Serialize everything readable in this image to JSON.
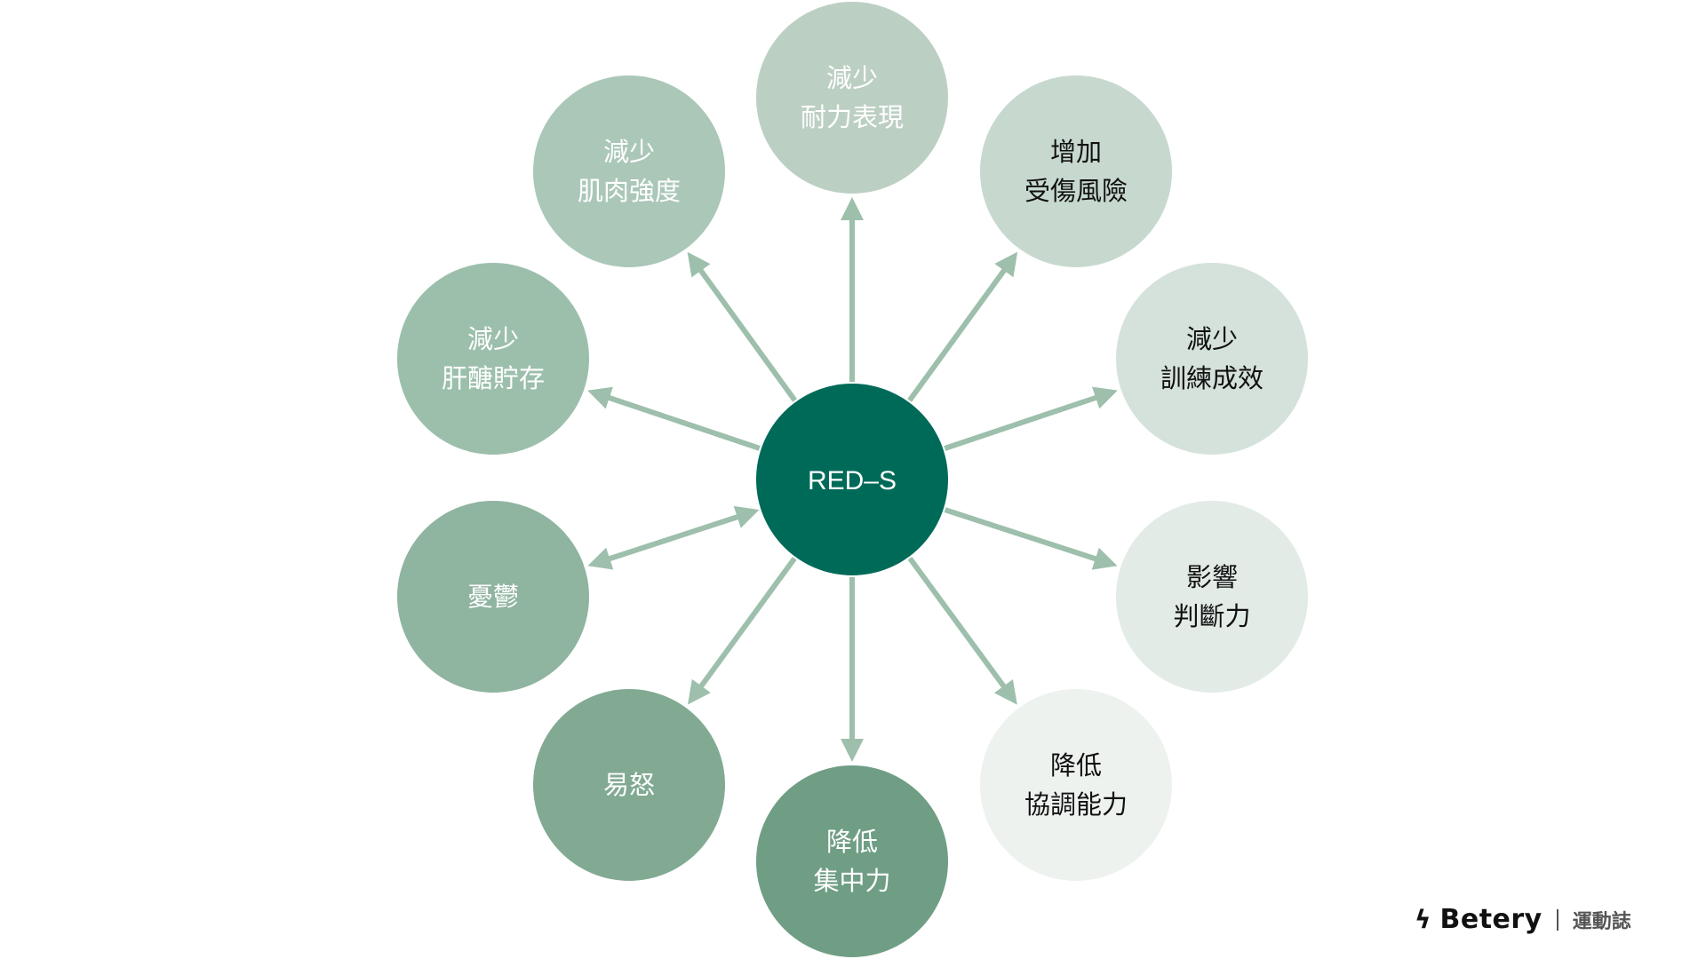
{
  "center": {
    "label": "RED–S",
    "color": "#006a59"
  },
  "arrow_color": "#9dbfab",
  "nodes": [
    {
      "lines": [
        "減少",
        "耐力表現"
      ],
      "color": "#bccfc3",
      "text_color": "#ffffff",
      "bidirectional": false
    },
    {
      "lines": [
        "增加",
        "受傷風險"
      ],
      "color": "#c7d9cf",
      "text_color": "#111111",
      "bidirectional": false
    },
    {
      "lines": [
        "減少",
        "訓練成效"
      ],
      "color": "#d5e2db",
      "text_color": "#111111",
      "bidirectional": false
    },
    {
      "lines": [
        "影響",
        "判斷力"
      ],
      "color": "#e2ebe6",
      "text_color": "#111111",
      "bidirectional": false
    },
    {
      "lines": [
        "降低",
        "協調能力"
      ],
      "color": "#edf2ef",
      "text_color": "#111111",
      "bidirectional": false
    },
    {
      "lines": [
        "降低",
        "集中力"
      ],
      "color": "#6f9e85",
      "text_color": "#ffffff",
      "bidirectional": false
    },
    {
      "lines": [
        "易怒"
      ],
      "color": "#82aa93",
      "text_color": "#ffffff",
      "bidirectional": false
    },
    {
      "lines": [
        "憂鬱"
      ],
      "color": "#8fb4a0",
      "text_color": "#ffffff",
      "bidirectional": true
    },
    {
      "lines": [
        "減少",
        "肝醣貯存"
      ],
      "color": "#9cbfac",
      "text_color": "#ffffff",
      "bidirectional": false
    },
    {
      "lines": [
        "減少",
        "肌肉強度"
      ],
      "color": "#aac7b8",
      "text_color": "#ffffff",
      "bidirectional": false
    }
  ],
  "logo": {
    "brand": "Betery",
    "subtitle": "運動誌"
  }
}
